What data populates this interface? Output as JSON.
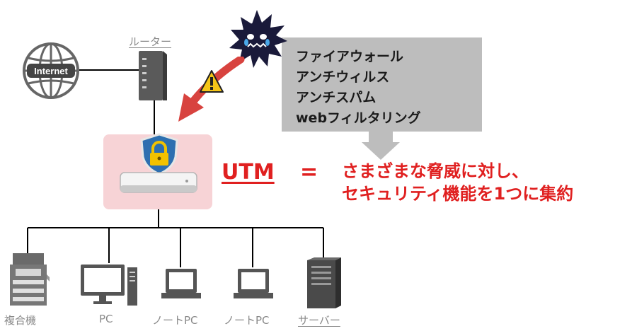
{
  "router": {
    "label": "ルーター"
  },
  "internet": {
    "label": "Internet"
  },
  "threat_features": [
    "ファイアウォール",
    "アンチウィルス",
    "アンチスパム",
    "webフィルタリング"
  ],
  "utm": {
    "label": "UTM",
    "equals": "=",
    "description_lines": [
      "さまざまな脅威に対し、",
      "セキュリティ機能を1つに集約"
    ]
  },
  "devices": [
    "複合機",
    "PC",
    "ノートPC",
    "ノートPC",
    "サーバー"
  ],
  "colors": {
    "accent": "#e02020",
    "callout_bg": "#bdbdbd",
    "device_gray": "#666666",
    "utm_bg": "#f7d3d6"
  }
}
